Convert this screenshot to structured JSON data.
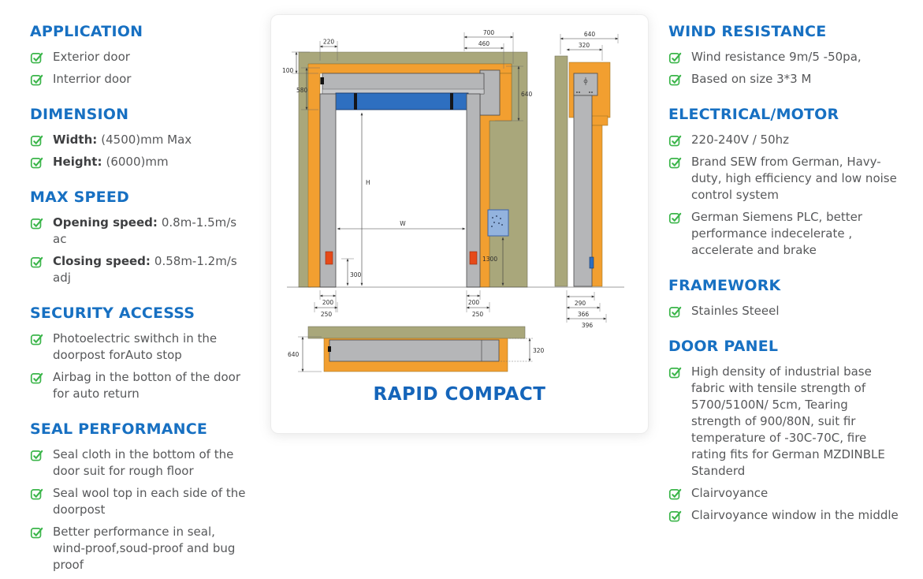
{
  "colors": {
    "accent_blue": "#1770c2",
    "title_blue": "#1565ba",
    "check_green": "#3bb54a",
    "body_text": "#57585a",
    "wall_olive": "#a9a77b",
    "frame_orange": "#f29f30",
    "steel_gray": "#b5b6b8",
    "roller_blue": "#2e6fc0",
    "photocell_red": "#e64a19"
  },
  "left_sections": [
    {
      "heading": "APPLICATION",
      "items": [
        {
          "text": "Exterior door"
        },
        {
          "text": "Interrior door"
        }
      ]
    },
    {
      "heading": "DIMENSION",
      "items": [
        {
          "label": "Width:",
          "text": "(4500)mm Max"
        },
        {
          "label": "Height:",
          "text": "(6000)mm"
        }
      ]
    },
    {
      "heading": "MAX SPEED",
      "items": [
        {
          "label": "Opening speed:",
          "text": "0.8m-1.5m/s ac"
        },
        {
          "label": "Closing speed:",
          "text": "0.58m-1.2m/s adj"
        }
      ]
    },
    {
      "heading": "SECURITY ACCESSS",
      "items": [
        {
          "text": "Photoelectric swithch in the doorpost forAuto stop"
        },
        {
          "text": "Airbag in the botton of the door for auto return"
        }
      ]
    },
    {
      "heading": "SEAL PERFORMANCE",
      "items": [
        {
          "text": "Seal cloth in the bottom of the door suit for rough floor"
        },
        {
          "text": "Seal wool top in each side of the doorpost"
        },
        {
          "text": "Better performance in seal, wind-proof,soud-proof and bug proof"
        }
      ]
    }
  ],
  "right_sections": [
    {
      "heading": "WIND RESISTANCE",
      "items": [
        {
          "text": "Wind resistance 9m/5 -50pa,"
        },
        {
          "text": "Based on size 3*3 M"
        }
      ]
    },
    {
      "heading": "ELECTRICAL/MOTOR",
      "items": [
        {
          "text": "220-240V / 50hz"
        },
        {
          "text": "Brand SEW from German, Havy-duty, high efficiency and low noise control system"
        },
        {
          "text": "German Siemens PLC, better performance indecelerate , accelerate and brake"
        }
      ]
    },
    {
      "heading": "FRAMEWORK",
      "items": [
        {
          "text": "Stainles Steeel"
        }
      ]
    },
    {
      "heading": "DOOR PANEL",
      "items": [
        {
          "text": "High density of industrial base fabric with tensile strength of 5700/5100N/ 5cm, Tearing strength of 900/80N, suit fir temperature of -30C-70C, fire rating fits for German MZDINBLE Standerd"
        },
        {
          "text": "Clairvoyance"
        },
        {
          "text": "Clairvoyance window in the middle"
        }
      ]
    }
  ],
  "diagram": {
    "caption": "RAPID COMPACT",
    "front_view": {
      "dims": {
        "jamb_top": "220",
        "wall_top": "100",
        "header_height": "580",
        "lintel_outer": "700",
        "lintel_inner": "460",
        "right_drop": "640",
        "door_width": "W",
        "door_height": "H",
        "photocell_height": "300",
        "left_post_width": "200",
        "left_post_total": "250",
        "right_post_width": "200",
        "right_post_total": "250",
        "control_box_height": "1300"
      }
    },
    "side_view": {
      "dims": {
        "head_depth": "640",
        "head_inner": "320",
        "post_depth": "290",
        "post_mid": "366",
        "post_total": "396"
      }
    },
    "top_view": {
      "dims": {
        "head_depth": "640",
        "inner_depth": "320"
      }
    }
  }
}
